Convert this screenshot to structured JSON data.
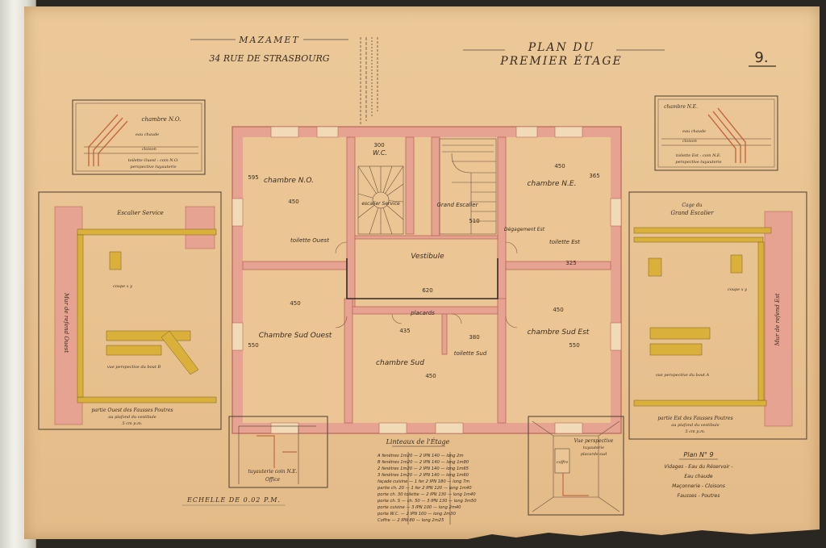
{
  "header": {
    "town": "MAZAMET",
    "address": "34 RUE DE STRASBOURG",
    "title_line1": "PLAN DU",
    "title_line2": "PREMIER ÉTAGE",
    "sheet_number": "9."
  },
  "rooms": {
    "chambre_no": "chambre N.O.",
    "chambre_ne": "chambre N.E.",
    "wc": "W.C.",
    "escalier_service": "escalier Service",
    "grand_escalier": "Grand Escalier",
    "vestibule": "Vestibule",
    "toilette_ouest": "toilette Ouest",
    "toilette_est": "toilette Est",
    "degagement": "Dégagement Est",
    "chambre_sud_ouest": "Chambre Sud Ouest",
    "chambre_sud": "chambre Sud",
    "chambre_sud_est": "chambre Sud Est",
    "toilette_sud": "toilette Sud",
    "placards": "placards"
  },
  "dimensions": [
    "300",
    "450",
    "365",
    "450",
    "595",
    "450",
    "620",
    "450",
    "550",
    "435",
    "380",
    "325",
    "510",
    "450",
    "550"
  ],
  "insets": {
    "nw_detail": {
      "title": "chambre N.O.",
      "l1": "eau chaude",
      "l2": "cloison",
      "caption": "toilette Ouest : coin N.O.",
      "caption2": "perspective tuyauterie"
    },
    "ne_detail": {
      "title": "chambre N.E.",
      "l1": "eau chaude",
      "l2": "cloison",
      "caption": "toilette Est : coin N.E.",
      "caption2": "perspective tuyauterie"
    },
    "escalier_service": {
      "title": "Escalier Service",
      "side": "Mur de refend Ouest",
      "coupe": "coupe x y",
      "persp": "vue perspective du bout B",
      "caption": "partie Ouest des Fausses Poutres",
      "caption2": "au plafond du vestibule",
      "scale": "5 cm p.m."
    },
    "grand_escalier": {
      "title1": "Cage du",
      "title2": "Grand Escalier",
      "coupe": "coupe x y",
      "persp": "vue perspective du bout A",
      "side": "Mur de refend Est",
      "caption": "partie Est des Fausses Poutres",
      "caption2": "au plafond du vestibule",
      "scale": "5 cm p.m."
    },
    "office": {
      "caption": "tuyauterie coin N.E.",
      "caption2": "Office"
    },
    "vue_persp": {
      "title": "Vue perspective",
      "sub": "tuyauterie",
      "sub2": "placards sud",
      "label": "coffre"
    }
  },
  "legend": {
    "title": "Linteaux de l'Étage",
    "rows": [
      "A fenêtres 1m20 — 2 IPN 140 — long 2m",
      "B fenêtres 1m20 — 2 IPN 140 — long 1m80",
      "2 fenêtres 1m20 — 2 IPN 140 — long 1m65",
      "3 fenêtres 1m20 — 2 IPN 140 — long 1m60",
      "façade cuisine — 1 fer 2 IPN 180 — long 7m",
      "partie ch. 20 — 1 fer 2 IPN 120 — long 1m40",
      "porte ch. 30 toilette — 2 IPN 130 — long 1m40",
      "porte ch. S — ch. 50 — 3 IPN 130 — long 3m50",
      "porte cuisine — 3 IPN 100 — long 2m40",
      "porte W.C. — 2 IPN 100 — long 2m30",
      "Coffre — 2 IPN 80 — long 2m25"
    ]
  },
  "plan_info": {
    "title": "Plan N° 9",
    "l1": "Vidages - Eau du Réservoir -",
    "l2": "Eau chaude",
    "l3": "Maçonnerie - Cloisons",
    "l4": "Fausses - Poutres"
  },
  "scale": "ECHELLE DE 0.02 P.M.",
  "colors": {
    "paper": "#e8c290",
    "wall": "#e7a392",
    "wall_line": "#b8675a",
    "pipe": "#d9b13a",
    "ink": "#3a2c22"
  }
}
